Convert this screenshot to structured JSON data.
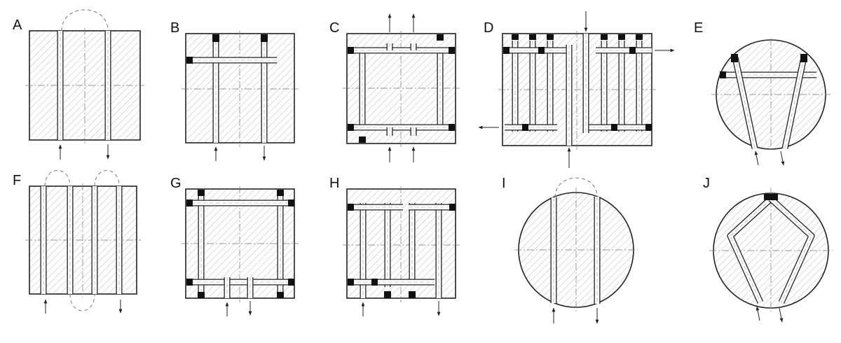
{
  "panels": [
    {
      "id": "A",
      "label": "A"
    },
    {
      "id": "B",
      "label": "B"
    },
    {
      "id": "C",
      "label": "C"
    },
    {
      "id": "D",
      "label": "D"
    },
    {
      "id": "E",
      "label": "E"
    },
    {
      "id": "F",
      "label": "F"
    },
    {
      "id": "G",
      "label": "G"
    },
    {
      "id": "H",
      "label": "H"
    },
    {
      "id": "I",
      "label": "I"
    },
    {
      "id": "J",
      "label": "J"
    }
  ],
  "colors": {
    "line": "#222222",
    "hatch": "#9a9a9a",
    "plug": "#111111",
    "background": "#ffffff"
  }
}
